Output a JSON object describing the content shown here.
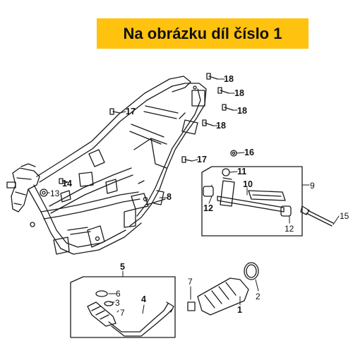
{
  "banner": {
    "text": "Na obrázku díl číslo 1"
  },
  "callouts": {
    "p1": "1",
    "p2": "2",
    "p3": "3",
    "p4": "4",
    "p5": "5",
    "p6": "6",
    "p7a": "7",
    "p7b": "7",
    "p8": "8",
    "p9": "9",
    "p10": "10",
    "p11": "11",
    "p12a": "12",
    "p12b": "12",
    "p13": "13",
    "p14": "14",
    "p15": "15",
    "p16": "16",
    "p17a": "17",
    "p17b": "17",
    "p18a": "18",
    "p18b": "18",
    "p18c": "18",
    "p18d": "18"
  },
  "colors": {
    "banner": "#ffc20e",
    "lines": "#1a1a1a"
  }
}
